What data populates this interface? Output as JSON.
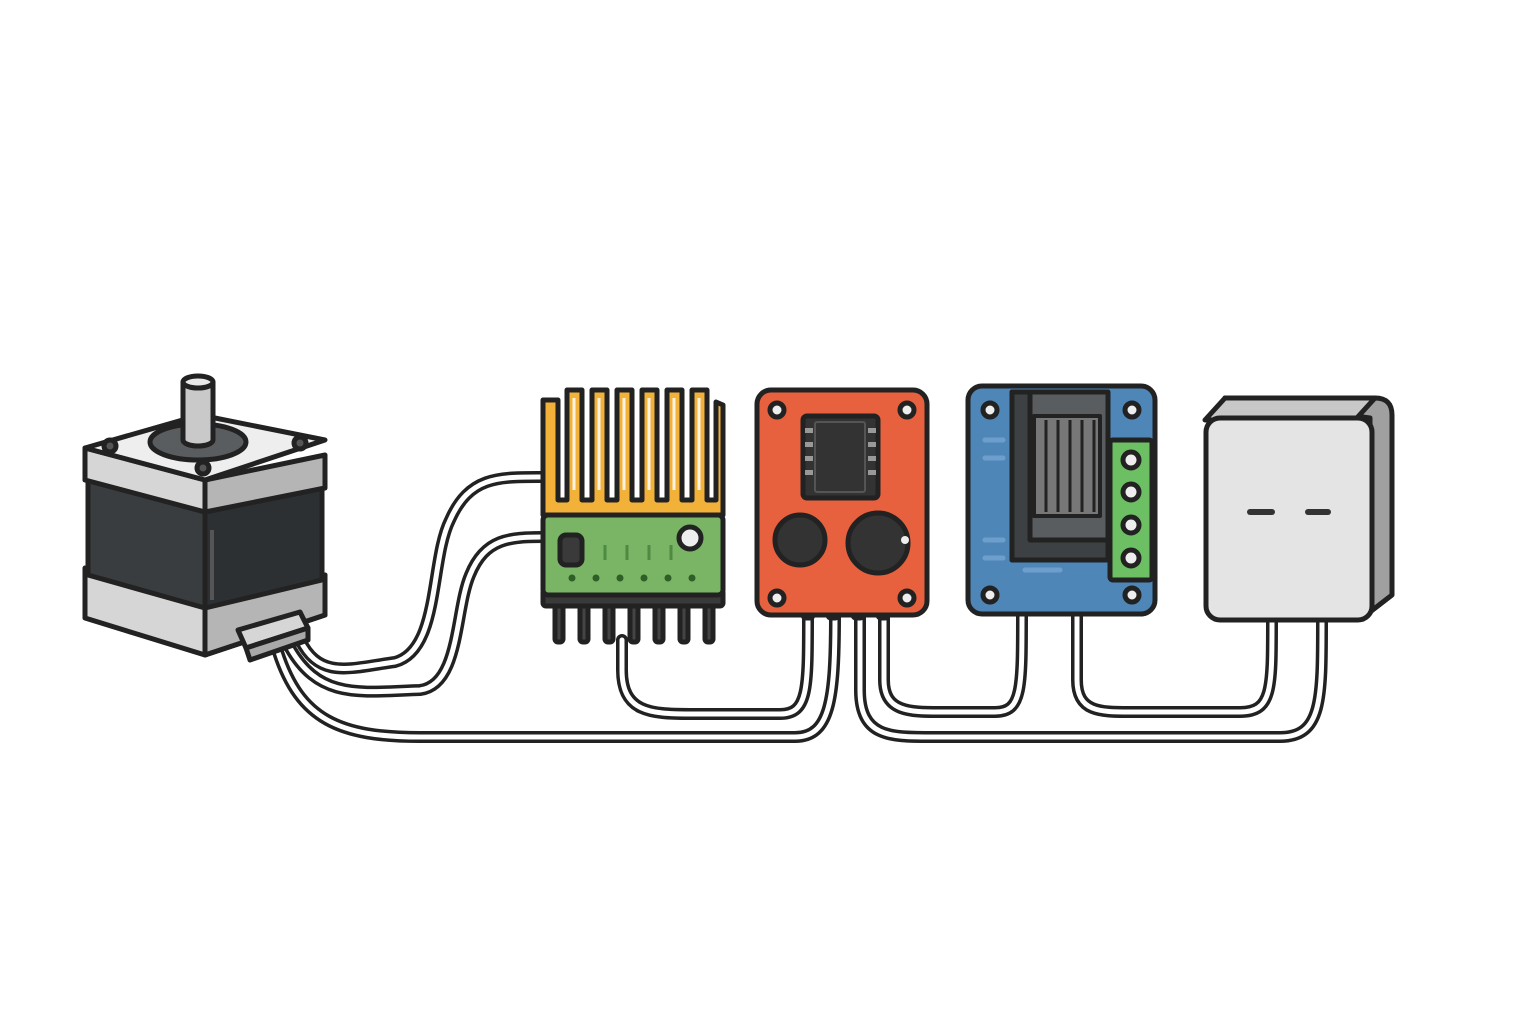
{
  "colors": {
    "outline": "#222222",
    "background": "#ffffff",
    "motor_silver": "#d6d6d6",
    "motor_silver_dark": "#a9a9a9",
    "motor_body": "#3a3d3f",
    "heatsink_yellow": "#f2b23a",
    "board_green": "#79b564",
    "board_red": "#e8613e",
    "board_blue": "#4f86b8",
    "terminal_green": "#6cbf63",
    "psu_face": "#e4e4e4",
    "psu_side": "#a0a0a0",
    "chip_dark": "#333333"
  },
  "components": [
    {
      "id": "stepper-motor",
      "icon": "stepper-motor-icon"
    },
    {
      "id": "heatsink-driver-module",
      "icon": "heatsink-driver-icon"
    },
    {
      "id": "red-controller-board",
      "icon": "potentiometer-board-icon"
    },
    {
      "id": "blue-driver-board",
      "icon": "screw-terminal-board-icon"
    },
    {
      "id": "power-supply",
      "icon": "power-adapter-icon"
    }
  ]
}
